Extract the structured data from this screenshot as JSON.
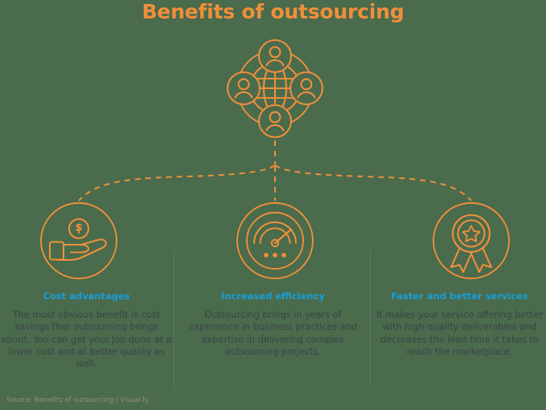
{
  "page": {
    "title": "Benefits of outsourcing",
    "background_color": "#4a6b4c",
    "accent_color": "#ef8f3c",
    "heading_color": "#199ed8",
    "body_color": "#3a4448",
    "source_color": "#9a8f73"
  },
  "hero": {
    "icon": "global-network-globe-icon",
    "description": "Globe encircled by a ring linking four person avatars"
  },
  "connectors": {
    "style": "dashed",
    "color": "#ef8f3c",
    "branches": [
      "left",
      "center",
      "right"
    ]
  },
  "columns": [
    {
      "icon": "hand-holding-coin-icon",
      "heading": "Cost advantages",
      "body": "The most obvious benefit is cost savings that outsourcing brings about. You can get your job done at a lower cost and at better quality as well."
    },
    {
      "icon": "speedometer-gauge-icon",
      "heading": "Increased efficiency",
      "body": "Outsourcing brings in years of experience in business practices and expertise in delivering complex outsourcing projects."
    },
    {
      "icon": "award-ribbon-icon",
      "heading": "Faster and better services",
      "body": "It makes your service offering better with high quality deliverables and decreases the lead time it takes to reach the marketplace."
    }
  ],
  "footer": {
    "source": "Source: Benefits of outsourcing | Visual.ly"
  }
}
